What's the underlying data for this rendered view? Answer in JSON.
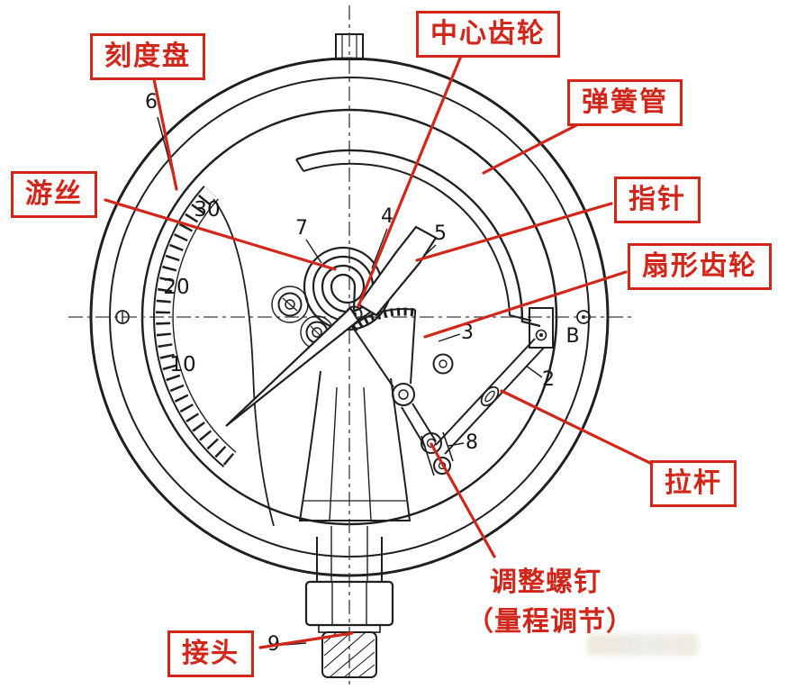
{
  "diagram": {
    "accent_color": "#d3261a",
    "line_color": "#1f1f1f",
    "callouts": {
      "dial": "刻度盘",
      "center_gear": "中心齿轮",
      "bourdon_tube": "弹簧管",
      "hairspring": "游丝",
      "pointer": "指针",
      "sector_gear": "扇形齿轮",
      "link_rod": "拉杆",
      "adjust_screw": "调整螺钉",
      "adjust_screw_sub": "（量程调节）",
      "connector": "接头"
    },
    "scale_values": {
      "v30": "30",
      "v20": "20",
      "v10": "10"
    },
    "part_numbers": {
      "dial": "6",
      "hairspring": "7",
      "center_gear": "4",
      "pointer": "5",
      "sector_gear": "3",
      "link_rod": "2",
      "adjust_screw": "8",
      "connector": "9",
      "tube_anchor": "B"
    }
  }
}
